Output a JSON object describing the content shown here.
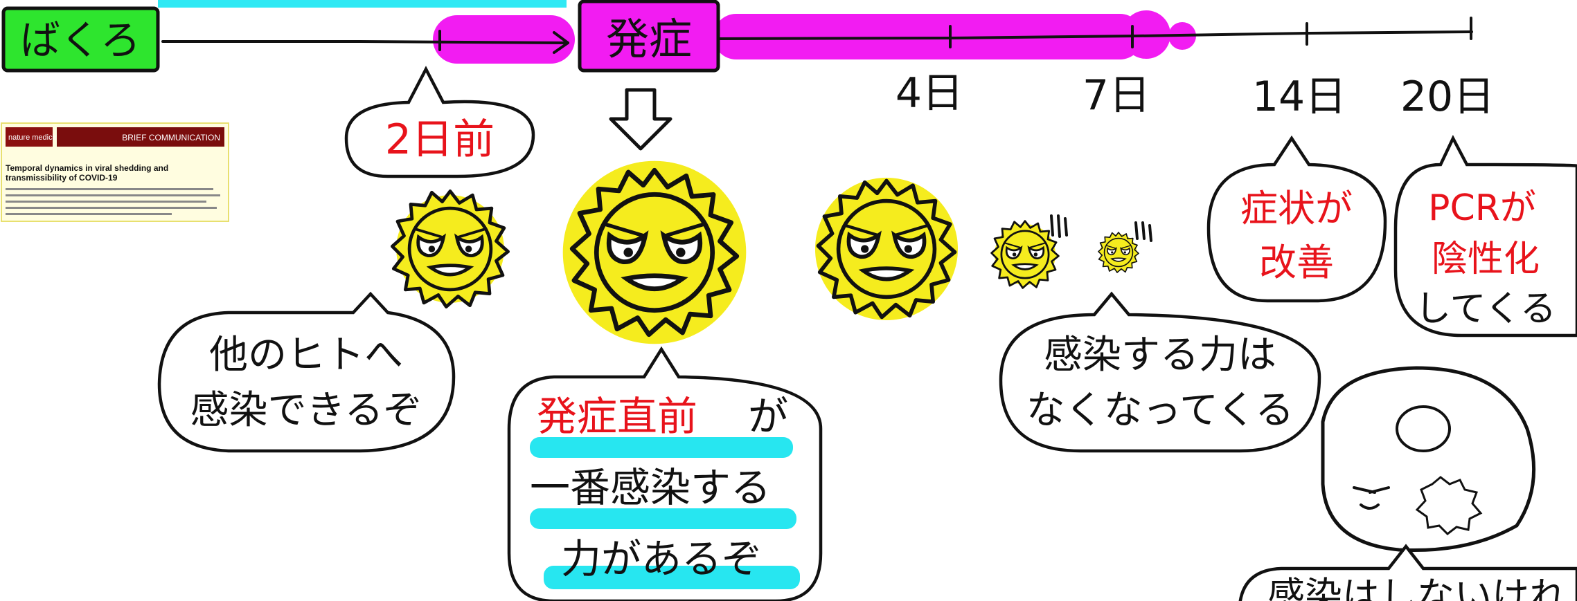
{
  "colors": {
    "exposure_green": "#2ee52e",
    "onset_magenta": "#f21cf2",
    "highlight_cyan": "#27e6f0",
    "virus_yellow": "#f5ec1e",
    "accent_red": "#e8131b",
    "paper_cyan_bar": "#2fe9f4"
  },
  "timeline": {
    "exposure_label": "ばくろ",
    "onset_label": "発症",
    "day_labels": [
      "4日",
      "7日",
      "14日",
      "20日"
    ]
  },
  "callouts": {
    "before2": "2日前",
    "infect_others": [
      "他のヒトへ",
      "感染できるぞ"
    ],
    "peak": {
      "line1_red": "発症直前",
      "line1_black": "が",
      "line2": "一番感染する",
      "line3": "力があるぞ"
    },
    "decline": [
      "感染する力は",
      "なくなってくる"
    ],
    "day14": [
      "症状が",
      "改善"
    ],
    "day20_red": [
      "PCRが",
      "陰性化"
    ],
    "day20_black": "してくる",
    "bottom_cut": "感染はしないけれ"
  },
  "paper": {
    "journal": "nature medicine",
    "section": "BRIEF COMMUNICATION",
    "title_line1": "Temporal dynamics in viral shedding and",
    "title_line2": "transmissibility of COVID-19"
  },
  "icons": [
    "down-arrow-icon",
    "virus-sun-icon"
  ]
}
